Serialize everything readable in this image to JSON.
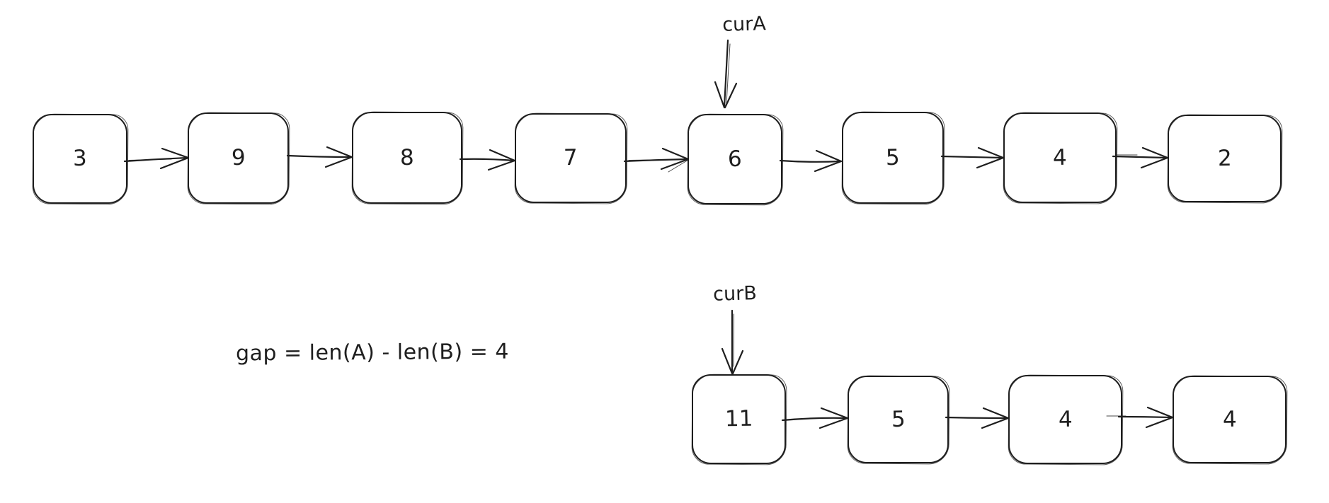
{
  "canvas": {
    "background_color": "#ffffff",
    "stroke_color": "#1e1e1e"
  },
  "list_a": {
    "pointer_label": "curA",
    "nodes": [
      "3",
      "9",
      "8",
      "7",
      "6",
      "5",
      "4",
      "2"
    ]
  },
  "list_b": {
    "pointer_label": "curB",
    "nodes": [
      "11",
      "5",
      "4",
      "4"
    ]
  },
  "annotation": {
    "gap_formula": "gap = len(A) - len(B) = 4"
  }
}
